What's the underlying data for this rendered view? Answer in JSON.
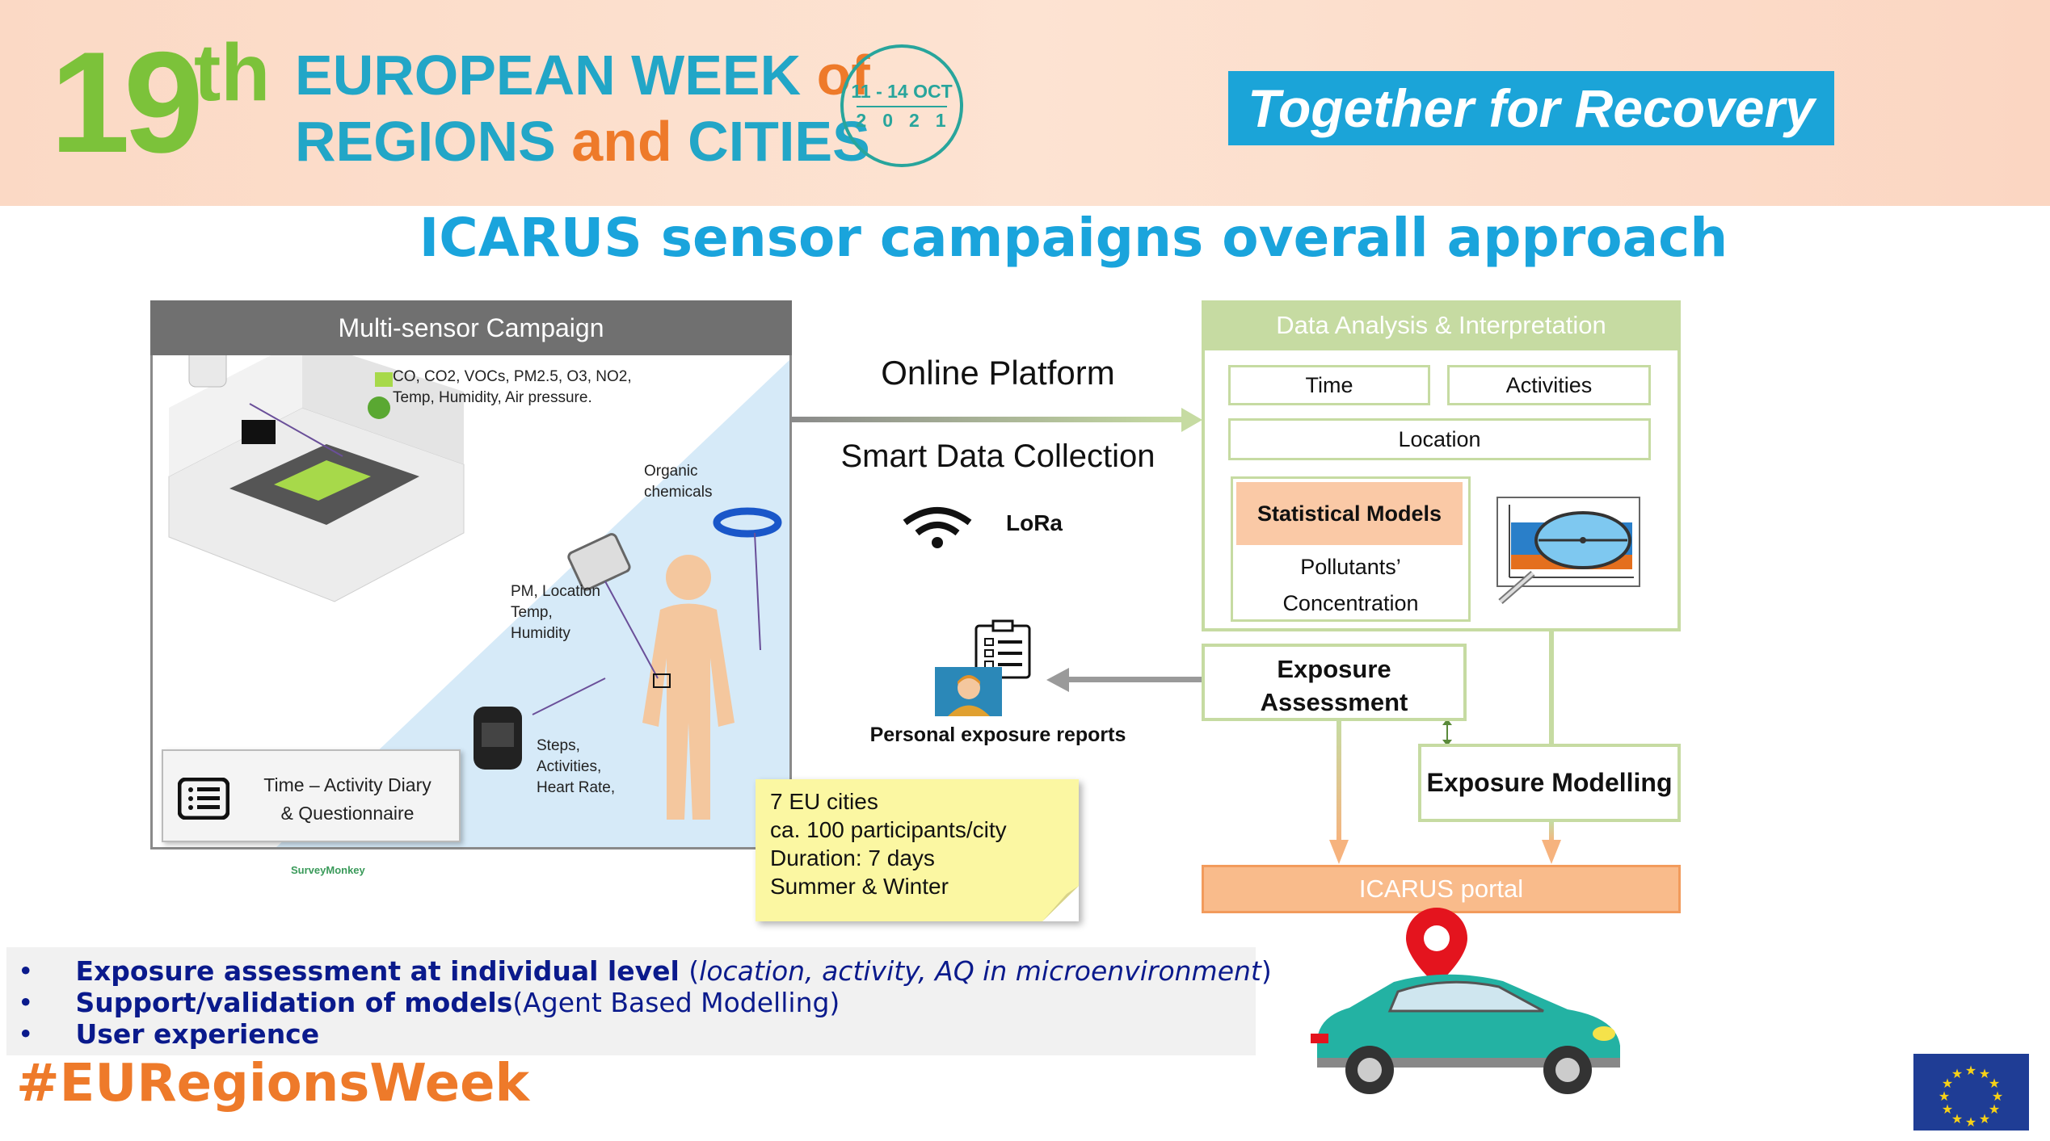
{
  "banner": {
    "number": "19",
    "suffix": "th",
    "line1_a": "EUROPEAN WEEK ",
    "line1_b": "of",
    "line2_a": "REGIONS ",
    "line2_b": "and",
    "line2_c": " CITIES",
    "dates": "11 - 14 OCT",
    "year": "2021",
    "slogan": "Together for Recovery"
  },
  "title": "ICARUS sensor campaigns overall approach",
  "multisensor": {
    "header": "Multi-sensor Campaign",
    "pollutants_line1": "CO, CO2, VOCs, PM2.5, O3, NO2,",
    "pollutants_line2": "Temp, Humidity, Air pressure.",
    "organic_line1": "Organic",
    "organic_line2": "chemicals",
    "pm_line1": "PM, Location",
    "pm_line2": "Temp,",
    "pm_line3": "Humidity",
    "steps_line1": "Steps,",
    "steps_line2": "Activities,",
    "steps_line3": "Heart Rate,",
    "diary_line1": "Time – Activity Diary",
    "diary_line2": "& Questionnaire",
    "surveymonkey": "SurveyMonkey"
  },
  "middle": {
    "online_platform": "Online Platform",
    "smart_data": "Smart Data Collection",
    "lora": "LoRa",
    "personal_reports": "Personal exposure reports"
  },
  "note": {
    "lines": [
      "7 EU cities",
      "ca. 100 participants/city",
      "Duration: 7 days",
      "Summer & Winter"
    ]
  },
  "analysis": {
    "header": "Data Analysis & Interpretation",
    "time": "Time",
    "activities": "Activities",
    "location": "Location",
    "stat_models": "Statistical Models",
    "pollutants_line1": "Pollutants’",
    "pollutants_line2": "Concentration",
    "exposure_assessment_line1": "Exposure",
    "exposure_assessment_line2": "Assessment",
    "exposure_modelling": "Exposure Modelling",
    "portal": "ICARUS portal"
  },
  "bullets": [
    {
      "bold": "Exposure assessment at individual level ",
      "rest_a": "(",
      "italic": "location, activity, AQ in microenvironment",
      "rest_b": ")"
    },
    {
      "bold": "Support/validation of models",
      "rest_a": "(Agent Based Modelling)",
      "italic": "",
      "rest_b": ""
    },
    {
      "bold": "User experience",
      "rest_a": "",
      "italic": "",
      "rest_b": ""
    }
  ],
  "bullet_char": "•",
  "hashtag": "#EURegionsWeek",
  "colors": {
    "green": "#7cc23a",
    "blue": "#22a6c7",
    "orange": "#ee7a2a",
    "panel_green": "#c6dba2",
    "portal": "#f9bb8b",
    "slogan_bg": "#1ba4d8"
  }
}
